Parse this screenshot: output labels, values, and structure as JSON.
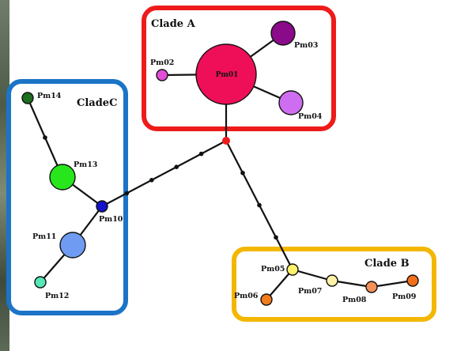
{
  "colors": {
    "clade_a_border": "#ee1b1b",
    "clade_b_border": "#f3b700",
    "clade_c_border": "#1b74c6",
    "edge": "#111111",
    "node_stroke": "#111111"
  },
  "clades": {
    "a": {
      "title": "Clade A"
    },
    "b": {
      "title": "Clade B"
    },
    "c": {
      "title": "CladeC"
    }
  },
  "haplotypes": [
    {
      "id": "Pm01",
      "label": "Pm01",
      "color": "#ef0f59",
      "size": "large"
    },
    {
      "id": "Pm02",
      "label": "Pm02",
      "color": "#e24fd6",
      "size": "small"
    },
    {
      "id": "Pm03",
      "label": "Pm03",
      "color": "#8a0a8a",
      "size": "medium"
    },
    {
      "id": "Pm04",
      "label": "Pm04",
      "color": "#cf6df1",
      "size": "medium"
    },
    {
      "id": "Pm05",
      "label": "Pm05",
      "color": "#fff16a",
      "size": "small"
    },
    {
      "id": "Pm06",
      "label": "Pm06",
      "color": "#f07c1c",
      "size": "small"
    },
    {
      "id": "Pm07",
      "label": "Pm07",
      "color": "#fff2a6",
      "size": "small"
    },
    {
      "id": "Pm08",
      "label": "Pm08",
      "color": "#f39059",
      "size": "small"
    },
    {
      "id": "Pm09",
      "label": "Pm09",
      "color": "#f36f18",
      "size": "small"
    },
    {
      "id": "Pm10",
      "label": "Pm10",
      "color": "#1212c9",
      "size": "small"
    },
    {
      "id": "Pm11",
      "label": "Pm11",
      "color": "#6f9cf2",
      "size": "medium"
    },
    {
      "id": "Pm12",
      "label": "Pm12",
      "color": "#54e8b6",
      "size": "small"
    },
    {
      "id": "Pm13",
      "label": "Pm13",
      "color": "#27e61c",
      "size": "medium"
    },
    {
      "id": "Pm14",
      "label": "Pm14",
      "color": "#1d6e1d",
      "size": "small"
    }
  ],
  "median_vectors": [
    {
      "id": "mv1",
      "color": "#ee1b1b"
    }
  ]
}
